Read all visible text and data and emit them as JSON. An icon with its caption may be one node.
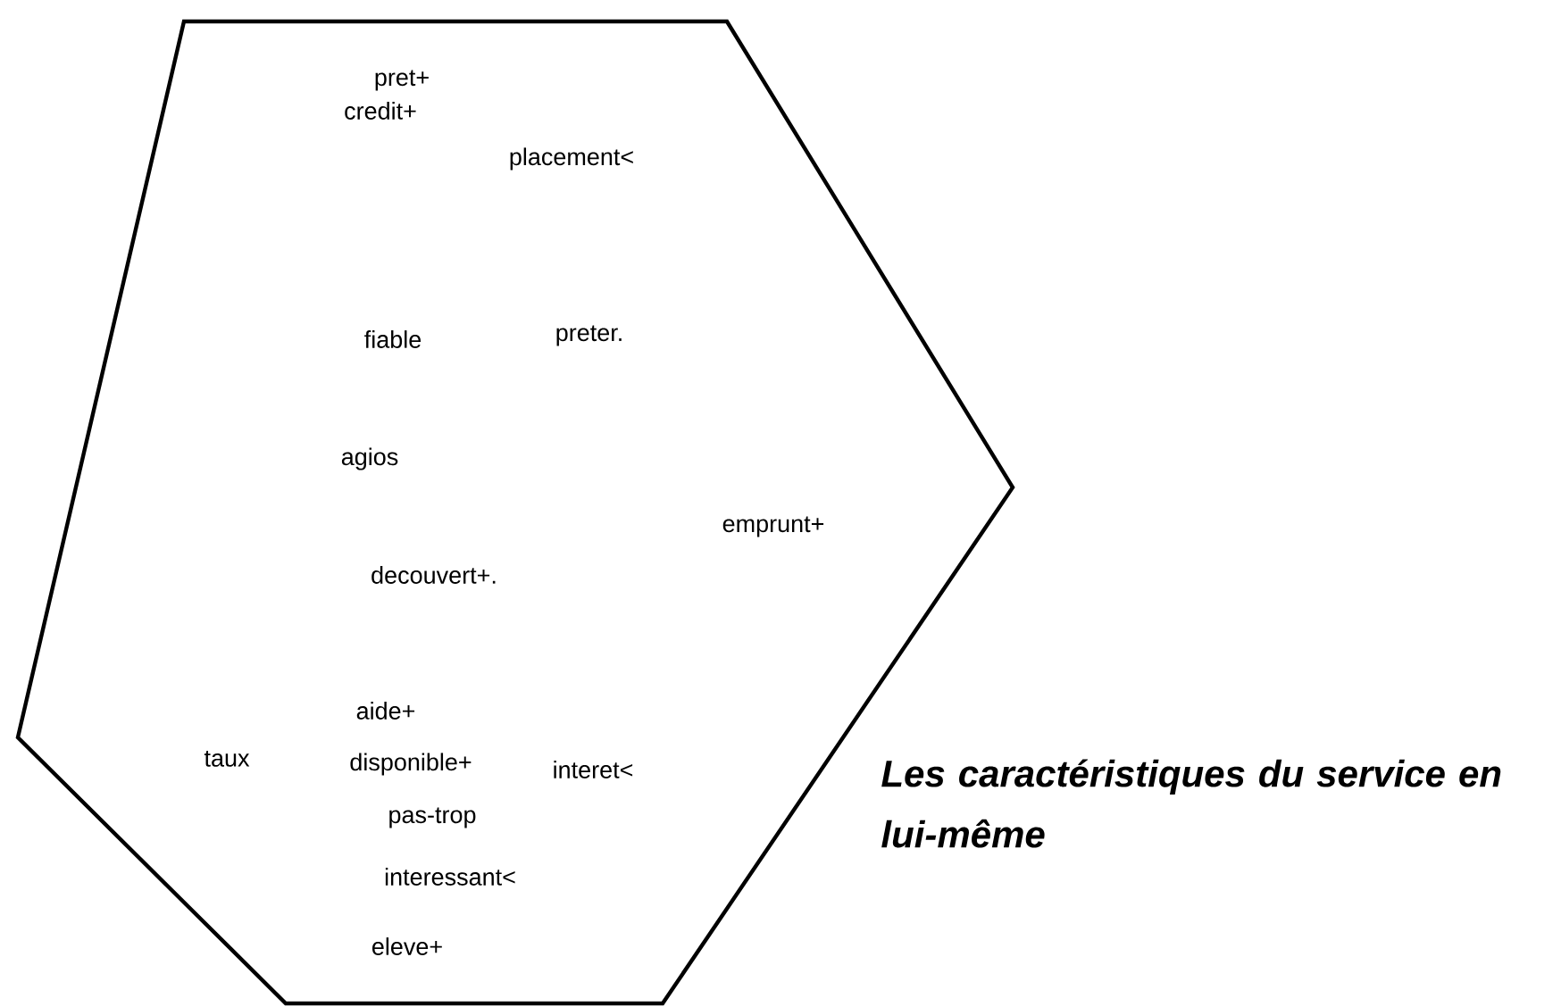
{
  "diagram": {
    "caption": "Les caractéristiques du service en lui-même",
    "nodes": [
      {
        "text": [
          "pret+",
          "credit+",
          "placement<",
          "fiable",
          "preter.",
          "agios",
          "emprunt+",
          "decouvert+.",
          "aide+",
          "taux",
          "disponible+",
          "interet<",
          "pas-trop",
          "interessant<",
          "eleve+"
        ]
      }
    ]
  }
}
